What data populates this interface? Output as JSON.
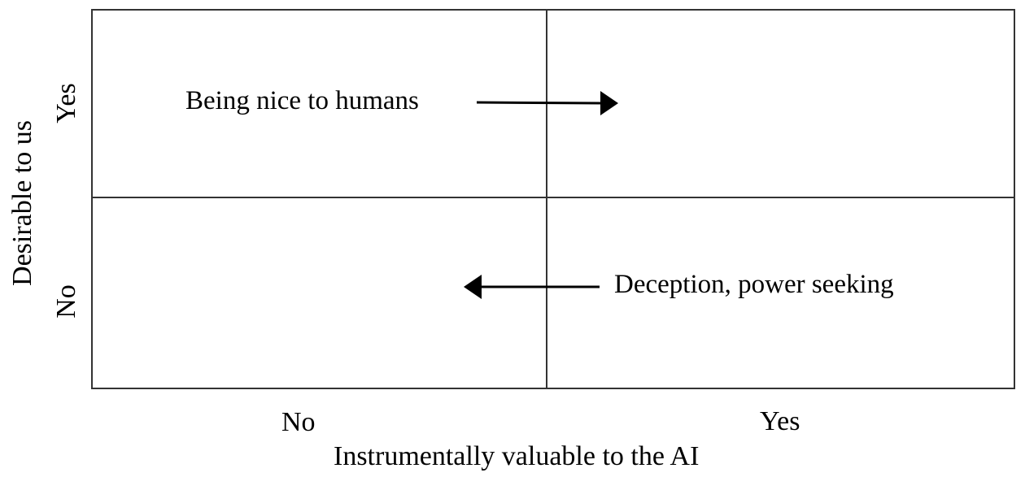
{
  "axes": {
    "x_label": "Instrumentally valuable to the AI",
    "x_ticks": [
      "No",
      "Yes"
    ],
    "y_label": "Desirable to us",
    "y_ticks": [
      "Yes",
      "No"
    ]
  },
  "quadrants": {
    "top_left_text": "Being nice to humans",
    "bottom_right_text": "Deception, power seeking"
  },
  "arrows": [
    {
      "from": "Being nice to humans",
      "direction": "right"
    },
    {
      "from": "Deception, power seeking",
      "direction": "left"
    }
  ],
  "colors": {
    "lines": "#333333",
    "text": "#000000",
    "background": "#ffffff"
  }
}
